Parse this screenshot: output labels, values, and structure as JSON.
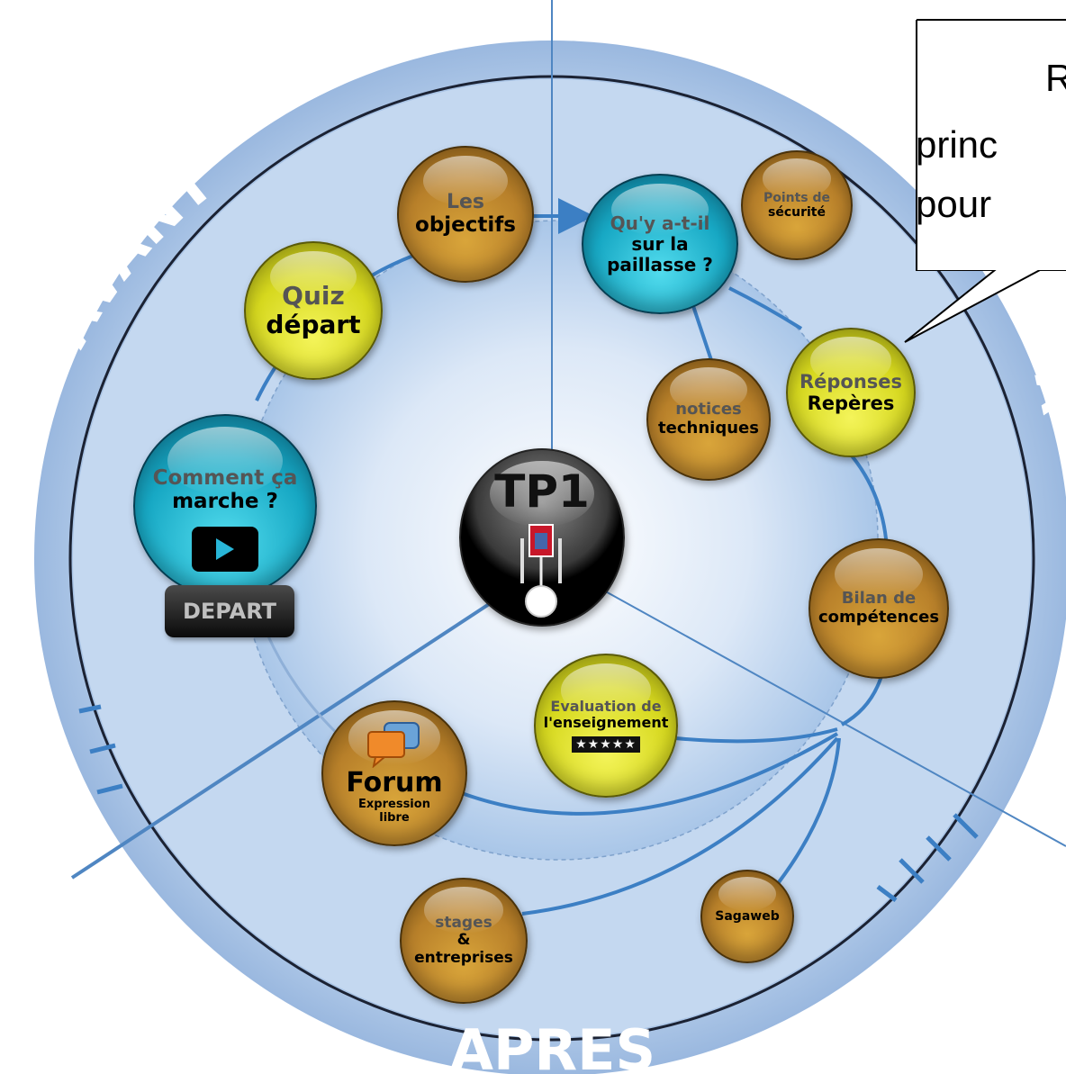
{
  "zones": {
    "avant": "AVANT",
    "pendant": "PENDANT",
    "apres": "APRES"
  },
  "center": {
    "label": "TP1"
  },
  "bubbles": {
    "les_objectifs": {
      "line1": "Les",
      "line2": "objectifs"
    },
    "quiz_depart": {
      "line1": "Quiz",
      "line2": "départ"
    },
    "comment_ca_marche": {
      "line1": "Comment ça",
      "line2": "marche ?",
      "button": "DEPART"
    },
    "quy_a_t_il": {
      "line1": "Qu'y a-t-il",
      "line2": "sur la",
      "line3": "paillasse ?"
    },
    "points_securite": {
      "line1": "Points de",
      "line2": "sécurité"
    },
    "notices": {
      "line1": "notices",
      "line2": "techniques"
    },
    "reponses": {
      "line1": "Réponses",
      "line2": "Repères"
    },
    "bilan": {
      "line1": "Bilan de",
      "line2": "compétences"
    },
    "evaluation": {
      "line1": "Evaluation de",
      "line2": "l'enseignement",
      "stars": "★★★★★"
    },
    "forum": {
      "title": "Forum",
      "line1": "Expression",
      "line2": "libre"
    },
    "stages": {
      "line1": "stages",
      "line2": "&",
      "line3": "entreprises"
    },
    "sagaweb": {
      "line1": "Sagaweb"
    }
  },
  "callout": {
    "line1": "R",
    "line2": "princ",
    "line3": "pour"
  },
  "colors": {
    "ring": "#a7c3e4",
    "ring_dark": "#1b2233",
    "arrow": "#3c7fc4",
    "inner_glow": "#c9dcf3"
  }
}
